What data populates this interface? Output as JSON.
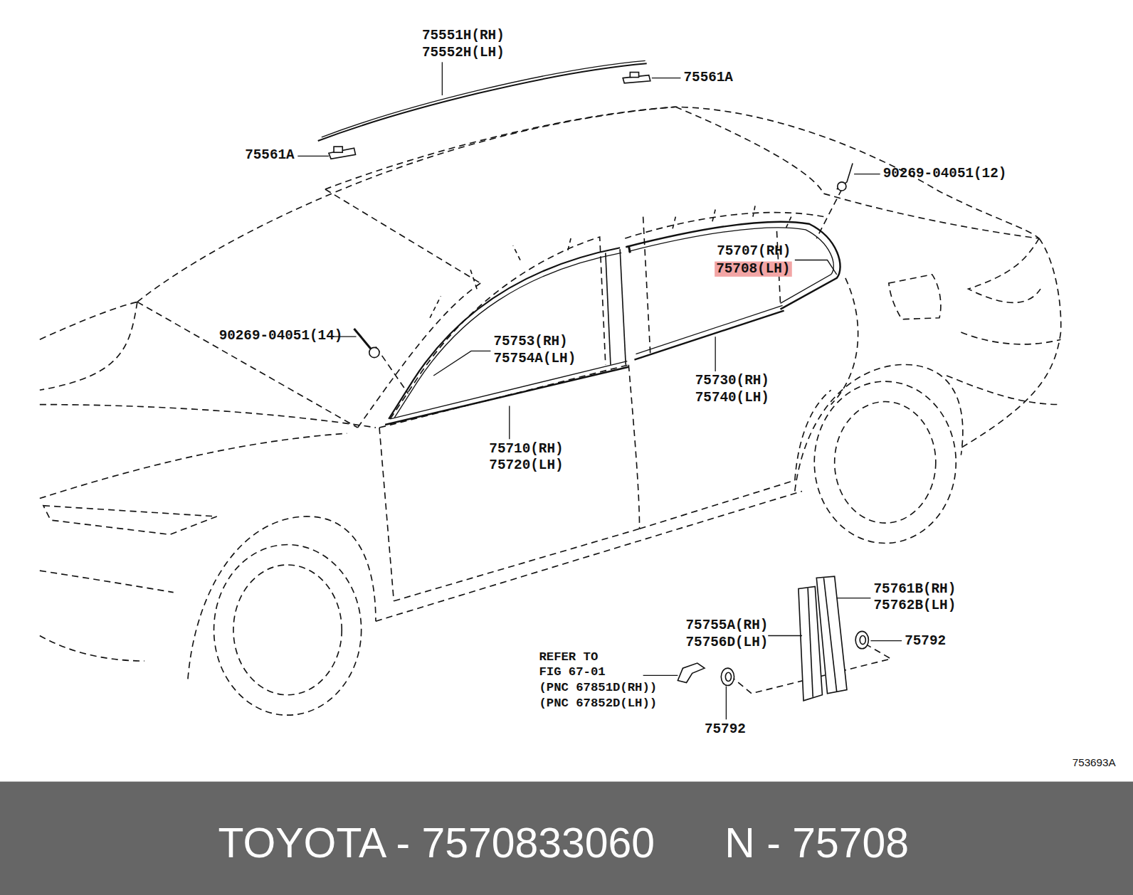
{
  "diagram": {
    "labels": [
      "75551H(RH)",
      "75552H(LH)",
      "75561A",
      "75561A",
      "90269-04051(12)",
      "75707(RH)",
      "75708(LH)",
      "90269-04051(14)",
      "75753(RH)",
      "75754A(LH)",
      "75730(RH)",
      "75740(LH)",
      "75710(RH)",
      "75720(LH)",
      "75761B(RH)",
      "75762B(LH)",
      "75755A(RH)",
      "75756D(LH)",
      "75792",
      "REFER TO",
      "FIG 67-01",
      "(PNC 67851D(RH))",
      "(PNC 67852D(LH))",
      "75792",
      "753693A",
      "TOYOTA - 7570833060",
      "N - 75708"
    ]
  }
}
